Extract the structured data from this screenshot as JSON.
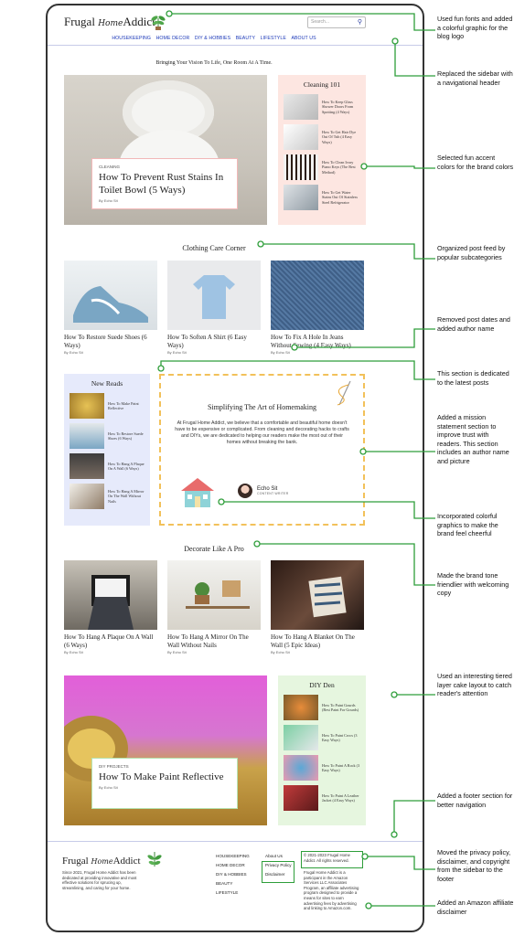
{
  "header": {
    "logo_left": "Frugal",
    "logo_mid": "Home",
    "logo_right": "Addict",
    "search_placeholder": "Search...",
    "nav": [
      "HOUSEKEEPING",
      "HOME DECOR",
      "DIY & HOBBIES",
      "BEAUTY",
      "LIFESTYLE",
      "ABOUT US"
    ],
    "tagline": "Bringing Your Vision To Life, One Room At A Time."
  },
  "hero1": {
    "category": "CLEANING",
    "title": "How To Prevent Rust Stains In Toilet Bowl (5 Ways)",
    "byline": "By Echo Sit"
  },
  "cleaning101": {
    "title": "Cleaning 101",
    "items": [
      "How To Keep Glass Shower Doors From Spotting (4 Ways)",
      "How To Get Hair Dye Out Of Tub (4 Easy Ways)",
      "How To Clean Ivory Piano Keys (The Best Method)",
      "How To Get Water Stains Out Of Stainless Steel Refrigerator"
    ]
  },
  "clothing": {
    "title": "Clothing Care Corner",
    "cards": [
      {
        "title": "How To Restore Suede Shoes (6 Ways)",
        "byline": "By Echo Sit"
      },
      {
        "title": "How To Soften A Shirt (6 Easy Ways)",
        "byline": "By Echo Sit"
      },
      {
        "title": "How To Fix A Hole In Jeans Without Sewing (4 Easy Ways)",
        "byline": "By Echo Sit"
      }
    ]
  },
  "newreads": {
    "title": "New Reads",
    "items": [
      "How To Make Paint Reflective",
      "How To Restore Suede Shoes (6 Ways)",
      "How To Hang A Plaque On A Wall (6 Ways)",
      "How To Hang A Mirror On The Wall Without Nails"
    ]
  },
  "mission": {
    "title": "Simplifying The Art of Homemaking",
    "text": "At Frugal Home Addict, we believe that a comfortable and beautiful home doesn't have to be expensive or complicated. From cleaning and decorating hacks to crafts and DIYs, we are dedicated to helping our readers make the most out of their homes without breaking the bank.",
    "author": "Echo Sit",
    "role": "CONTENT WRITER"
  },
  "decorate": {
    "title": "Decorate Like A Pro",
    "cards": [
      {
        "title": "How To Hang A Plaque On A Wall (6 Ways)",
        "byline": "By Echo Sit"
      },
      {
        "title": "How To Hang A Mirror On The Wall Without Nails",
        "byline": "By Echo Sit"
      },
      {
        "title": "How To Hang A Blanket On The Wall (5 Epic Ideas)",
        "byline": "By Echo Sit"
      }
    ]
  },
  "hero2": {
    "category": "DIY PROJECTS",
    "title": "How To Make Paint Reflective",
    "byline": "By Echo Sit"
  },
  "diyden": {
    "title": "DIY Den",
    "items": [
      "How To Paint Gourds (Best Paint For Gourds)",
      "How To Paint Crocs (3 Easy Ways)",
      "How To Paint A Rock (3 Easy Ways)",
      "How To Paint A Leather Jacket (4 Easy Ways)"
    ]
  },
  "footer": {
    "desc": "Since 2021, Frugal Home Addict has been dedicated at providing innovative and most effective solutions for sprucing up, streamlining, and caring for your home.",
    "col1": [
      "HOUSEKEEPING",
      "HOME DECOR",
      "DIY & HOBBIES",
      "BEAUTY",
      "LIFESTYLE"
    ],
    "about": "About Us",
    "privacy": "Privacy Policy",
    "disclaimer": "Disclaimer",
    "copyright": "© 2021-2023 Frugal Home Addict. All rights reserved.",
    "amazon": "Frugal Home Addict is a participant in the Amazon Services LLC Associates Program, an affiliate advertising program designed to provide a means for sites to earn advertising fees by advertising and linking to Amazon.com."
  },
  "annotations": [
    "Used fun fonts and added a colorful graphic for the blog logo",
    "Replaced the sidebar with a navigational header",
    "Selected fun accent colors for the brand colors",
    "Organized post feed by popular subcategories",
    "Removed post dates and added author name",
    "This section is dedicated to the latest posts",
    "Added a mission statement section to improve trust with readers. This section includes an author name and picture",
    "Incorporated colorful graphics to make the brand feel cheerful",
    "Made the brand tone friendlier with welcoming copy",
    "Used an interesting tiered layer cake layout to catch reader's attention",
    "Added a footer section for better navigation",
    "Moved the privacy policy, disclaimer, and copyright from the sidebar to the footer",
    "Added an Amazon affiliate disclaimer"
  ],
  "colors": {
    "accent_pink": "#fde6e1",
    "accent_blue": "#e6eafb",
    "accent_green": "#e6f6df",
    "nav_blue": "#1a37b8",
    "annotation_green": "#2e9e3a",
    "dash_yellow": "#f2c15a"
  }
}
